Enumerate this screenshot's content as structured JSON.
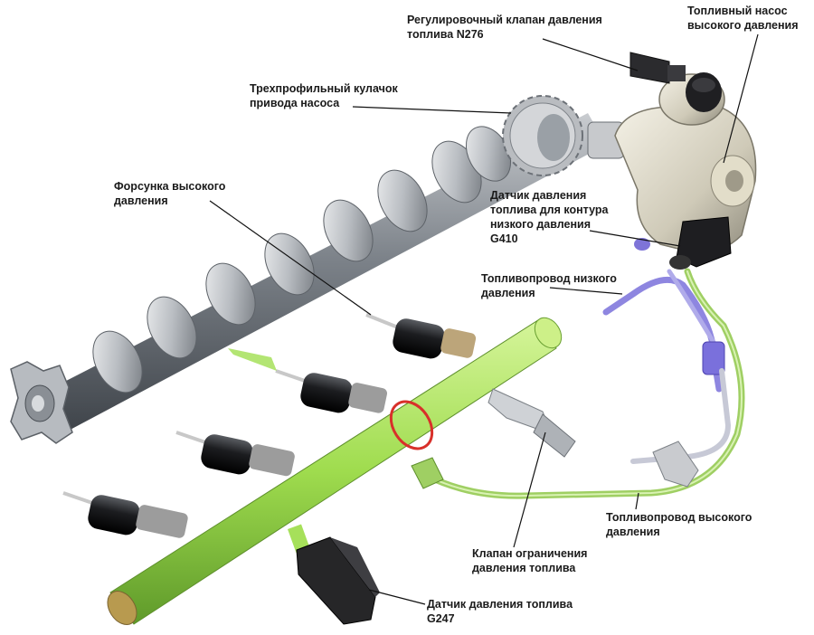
{
  "labels": {
    "regulator_valve": [
      "Регулировочный клапан давления",
      "топлива N276"
    ],
    "hp_pump": [
      "Топливный насос",
      "высокого давления"
    ],
    "cam": [
      "Трехпрофильный кулачок",
      "привода насоса"
    ],
    "injector": [
      "Форсунка высокого",
      "давления"
    ],
    "lp_sensor": [
      "Датчик давления",
      "топлива для контура",
      "низкого давления",
      "G410"
    ],
    "lp_line": [
      "Топливопровод низкого",
      "давления"
    ],
    "hp_line": [
      "Топливопровод высокого",
      "давления"
    ],
    "limit_valve": [
      "Клапан ограничения",
      "давления топлива"
    ],
    "rail_sensor": [
      "Датчик давления топлива",
      "G247"
    ]
  },
  "colors": {
    "rail_green": "#a6e05a",
    "hp_line_green": "#9fcf63",
    "lp_line_blue": "#8e86e0",
    "camshaft_grey": "#8f949a",
    "sensor_dark": "#2b2b2b"
  }
}
